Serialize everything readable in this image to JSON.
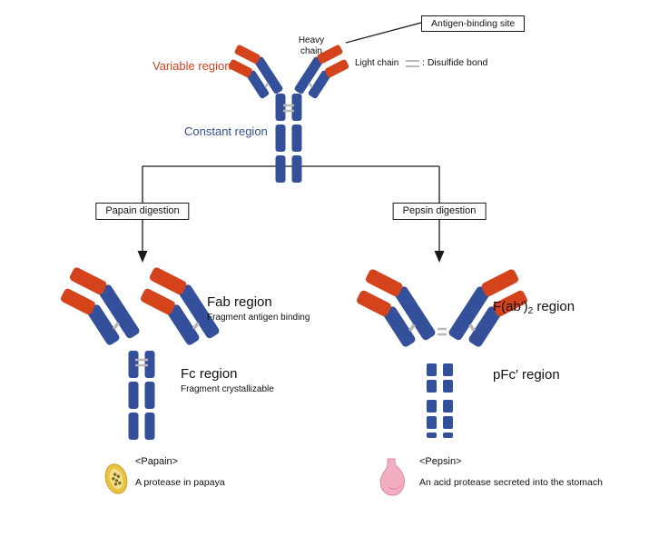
{
  "colors": {
    "constant_blue": "#35509b",
    "variable_red": "#d5431c",
    "disulfide_gray": "#b8b8b8"
  },
  "antibody": {
    "antigen_binding_site_label": "Antigen-binding site",
    "heavy_chain_label": "Heavy chain",
    "variable_region_label": "Variable region",
    "light_chain_label": "Light chain",
    "disulfide_legend_label": ": Disulfide bond",
    "constant_region_label": "Constant region"
  },
  "branches": {
    "papain_label": "Papain digestion",
    "pepsin_label": "Pepsin digestion"
  },
  "papain_products": {
    "fab_title": "Fab region",
    "fab_subtitle": "Fragment antigen binding",
    "fc_title": "Fc region",
    "fc_subtitle": "Fragment crystallizable",
    "enzyme_name": "<Papain>",
    "enzyme_desc": "A protease in papaya",
    "icon": "papaya-icon"
  },
  "pepsin_products": {
    "fab2_prefix": "F(ab′)",
    "fab2_sub": "2",
    "fab2_suffix": " region",
    "pfc_title": "pFc′ region",
    "enzyme_name": "<Pepsin>",
    "enzyme_desc": "An acid protease secreted into the stomach",
    "icon": "stomach-icon"
  }
}
